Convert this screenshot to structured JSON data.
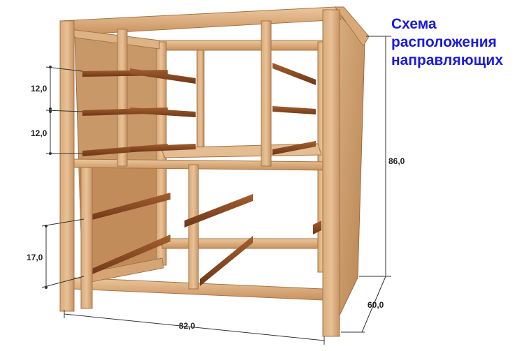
{
  "title": {
    "line1": "Схема",
    "line2": "расположения",
    "line3": "направляющих"
  },
  "dimensions": {
    "shelf_gap_top": "12,0",
    "shelf_gap_mid": "12,0",
    "shelf_gap_bottom": "17,0",
    "height": "86,0",
    "depth": "60,0",
    "width": "82,0"
  },
  "colors": {
    "title": "#1a1adc",
    "wood_light": "#e3b98a",
    "wood_mid": "#d2a373",
    "wood_dark": "#b07a47",
    "rail": "#8b4a22",
    "panel": "#c99766"
  }
}
